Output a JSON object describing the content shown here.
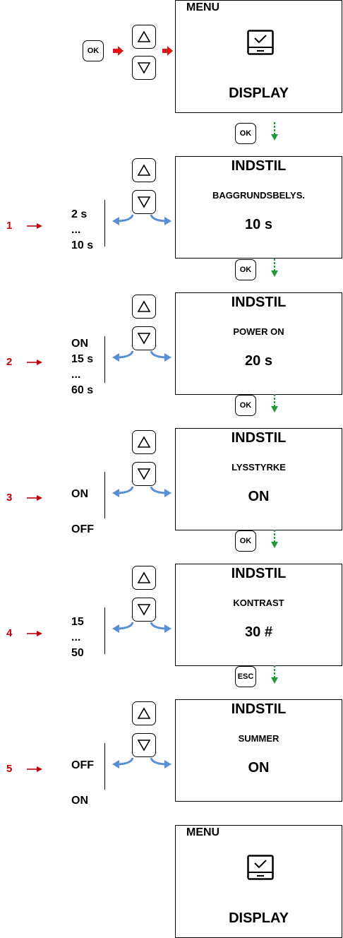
{
  "top": {
    "ok_key": "OK",
    "screen": {
      "menu": "MENU",
      "icon": "display-icon",
      "item": "DISPLAY"
    }
  },
  "colors": {
    "flow_arrow": "#e0161a",
    "step": "#c0000b",
    "nav_arrow": "#5b8fd3",
    "ok_arrow": "#1f9a3a"
  },
  "steps": [
    {
      "number": "1",
      "ok_key": "OK",
      "title": "INDSTIL",
      "parameter": "BAGGRUNDSBELYS.",
      "value": "10 s",
      "options": [
        "2 s",
        "...",
        "10 s"
      ]
    },
    {
      "number": "2",
      "ok_key": "OK",
      "title": "INDSTIL",
      "parameter": "POWER ON",
      "value": "20 s",
      "options": [
        "ON",
        "15 s",
        "...",
        "60 s"
      ]
    },
    {
      "number": "3",
      "ok_key": "OK",
      "title": "INDSTIL",
      "parameter": "LYSSTYRKE",
      "value": "ON",
      "options": [
        "ON",
        "OFF"
      ]
    },
    {
      "number": "4",
      "ok_key": "OK",
      "title": "INDSTIL",
      "parameter": "KONTRAST",
      "value": "30 #",
      "options": [
        "15",
        "...",
        "50"
      ]
    },
    {
      "number": "5",
      "ok_key": "ESC",
      "title": "INDSTIL",
      "parameter": "SUMMER",
      "value": "ON",
      "options": [
        "OFF",
        "ON"
      ]
    }
  ],
  "bottom": {
    "screen": {
      "menu": "MENU",
      "icon": "display-icon",
      "item": "DISPLAY"
    }
  }
}
